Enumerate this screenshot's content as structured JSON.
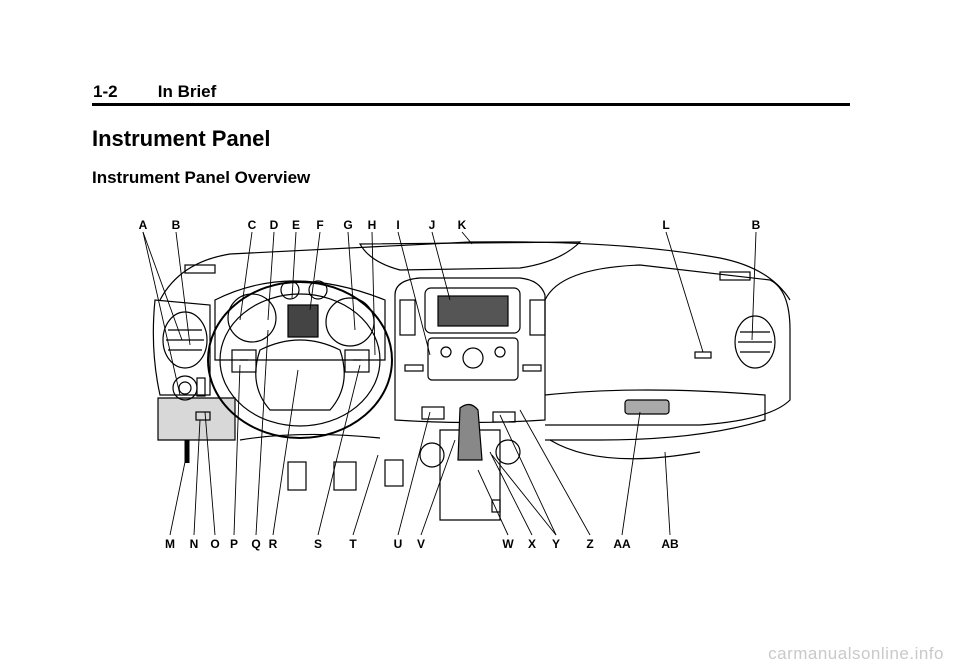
{
  "header": {
    "page_number": "1-2",
    "section": "In Brief"
  },
  "title": "Instrument Panel",
  "subtitle": "Instrument Panel Overview",
  "callouts": {
    "top": [
      "A",
      "B",
      "C",
      "D",
      "E",
      "F",
      "G",
      "H",
      "I",
      "J",
      "K",
      "L",
      "B"
    ],
    "bottom": [
      "M",
      "N",
      "O",
      "P",
      "Q",
      "R",
      "S",
      "T",
      "U",
      "V",
      "W",
      "X",
      "Y",
      "Z",
      "AA",
      "AB"
    ]
  },
  "watermark": "carmanualsonline.info"
}
